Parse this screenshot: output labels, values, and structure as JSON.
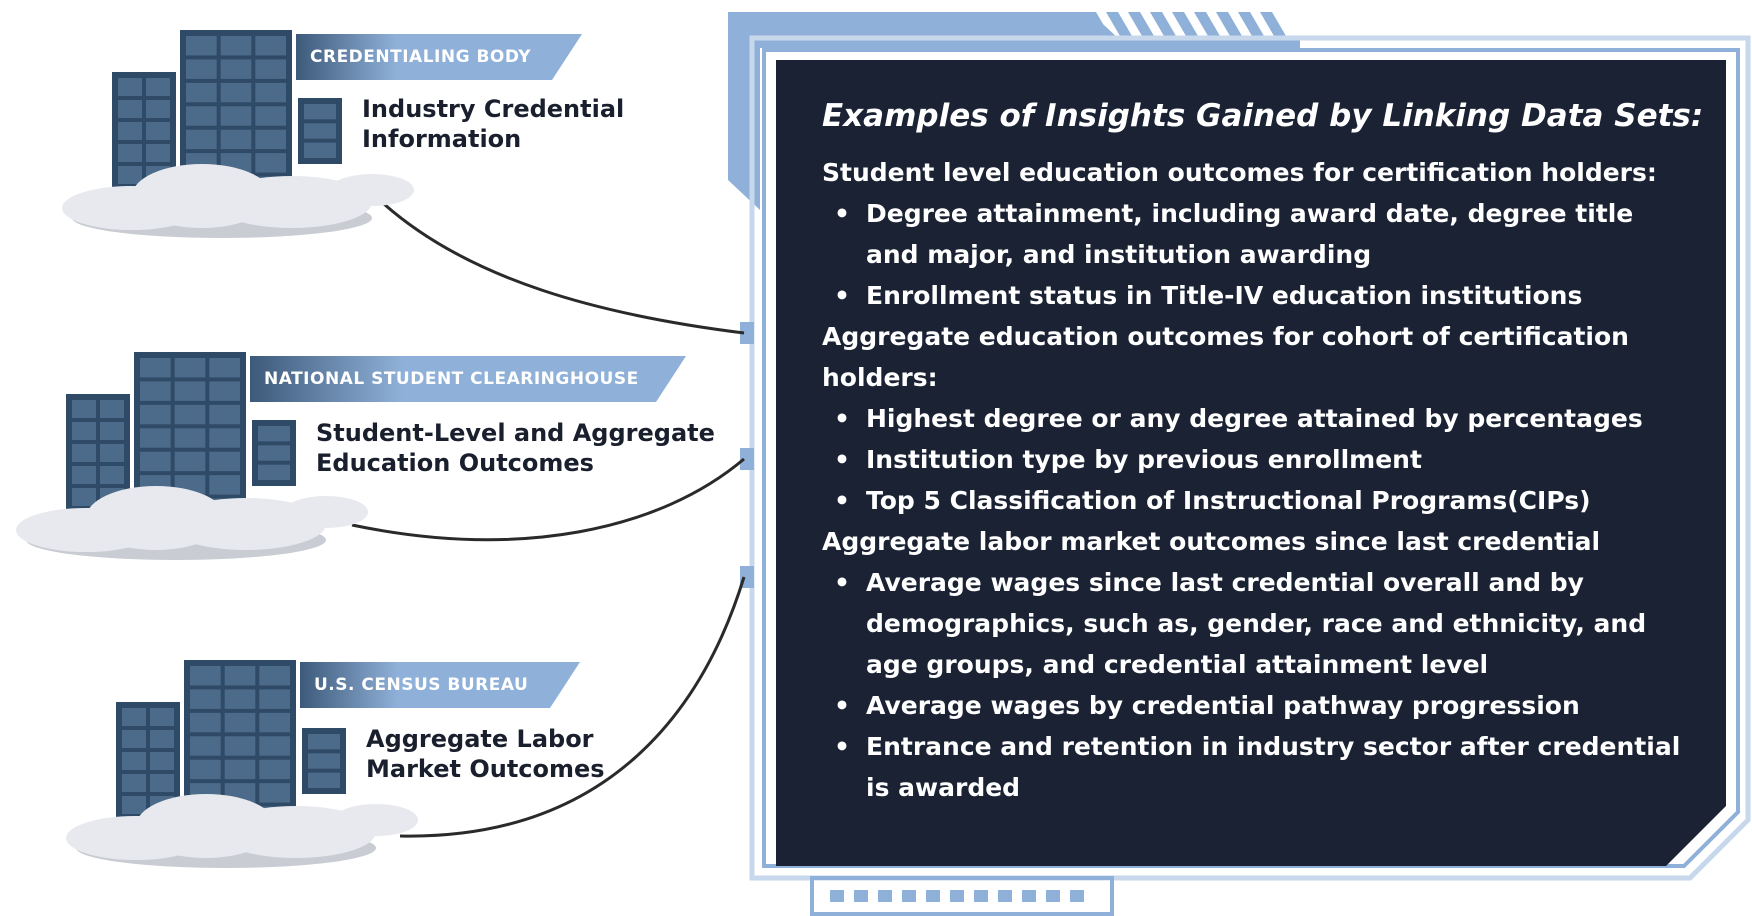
{
  "sources": [
    {
      "banner": "CREDENTIALING BODY",
      "desc_lines": [
        "Industry Credential",
        "Information"
      ]
    },
    {
      "banner": "NATIONAL STUDENT CLEARINGHOUSE",
      "desc_lines": [
        "Student-Level and Aggregate",
        "Education Outcomes"
      ]
    },
    {
      "banner": "U.S. CENSUS BUREAU",
      "desc_lines": [
        "Aggregate Labor",
        "Market Outcomes"
      ]
    }
  ],
  "panel": {
    "title": "Examples of Insights Gained by Linking Data Sets:",
    "sections": [
      {
        "heading_lines": [
          "Student level education outcomes for certification holders:"
        ],
        "bullets": [
          [
            "Degree attainment, including award date, degree title",
            "and major, and institution awarding"
          ],
          [
            "Enrollment status in Title-IV education institutions"
          ]
        ]
      },
      {
        "heading_lines": [
          "Aggregate education outcomes for cohort of certification",
          "holders:"
        ],
        "bullets": [
          [
            "Highest degree or any degree attained by percentages"
          ],
          [
            "Institution type by previous enrollment"
          ],
          [
            "Top 5 Classification of Instructional Programs(CIPs)"
          ]
        ]
      },
      {
        "heading_lines": [
          "Aggregate labor market outcomes since last credential"
        ],
        "bullets": [
          [
            "Average wages since last credential overall and by",
            "demographics, such as, gender, race and ethnicity, and",
            "age groups, and credential attainment level"
          ],
          [
            "Average wages by credential pathway progression"
          ],
          [
            "Entrance and retention in industry sector after credential",
            "is awarded"
          ]
        ]
      }
    ]
  },
  "colors": {
    "panel_bg": "#1a2233",
    "frame_light": "#8fb0d8",
    "frame_pale": "#c7d8ec",
    "server_dark": "#2f4a66",
    "server_window": "#4c6b8a",
    "cloud": "#e7e9ee",
    "cloud_shadow": "#c9ccd3",
    "connector": "#2a2a2a"
  },
  "icons": [
    "server-building-icon",
    "cloud-icon",
    "connector-line"
  ]
}
